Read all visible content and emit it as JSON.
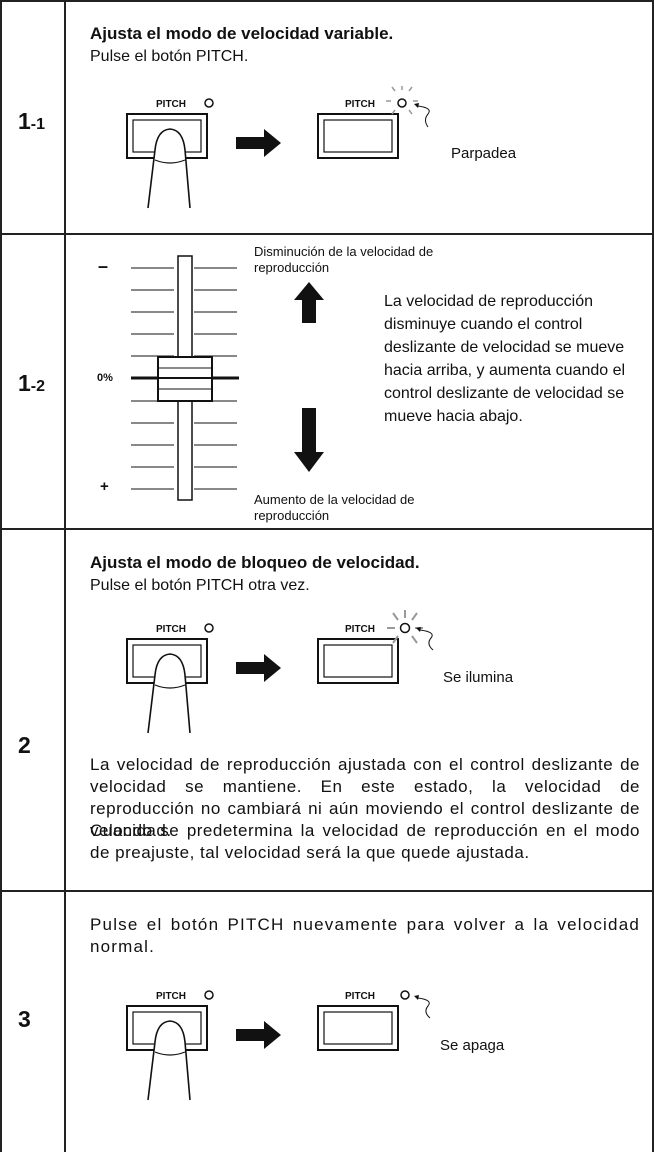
{
  "rows": [
    {
      "step_main": "1",
      "step_sub": "-1",
      "heading": "Ajusta el modo de velocidad variable.",
      "instruction": "Pulse el botón PITCH.",
      "pitch_label": "PITCH",
      "led_caption": "Parpadea"
    },
    {
      "step_main": "1",
      "step_sub": "-2",
      "slider_minus": "–",
      "slider_zero": "0%",
      "slider_plus": "+",
      "label_top": "Disminución de la velocidad de reproducción",
      "label_bottom": "Aumento de la velocidad de reproducción",
      "description": "La velocidad de reproducción disminuye cuando el control deslizante de velocidad se mueve hacia arriba, y aumenta cuando el control deslizante de velocidad se mueve hacia abajo."
    },
    {
      "step_main": "2",
      "heading": "Ajusta el modo de bloqueo de velocidad.",
      "instruction": "Pulse el botón PITCH otra vez.",
      "pitch_label": "PITCH",
      "led_caption": "Se ilumina",
      "paragraph1": "La velocidad de reproducción ajustada con el control deslizante de velocidad se mantiene. En este estado, la velocidad de reproducción no cambiará ni aún moviendo el control deslizante de velocidad.",
      "paragraph2": "Cuando se predetermina la velocidad de reproducción en el modo de preajuste, tal velocidad será la que quede ajustada."
    },
    {
      "step_main": "3",
      "instruction": "Pulse el botón PITCH nuevamente para volver a la velocidad normal.",
      "pitch_label": "PITCH",
      "led_caption": "Se apaga"
    }
  ]
}
